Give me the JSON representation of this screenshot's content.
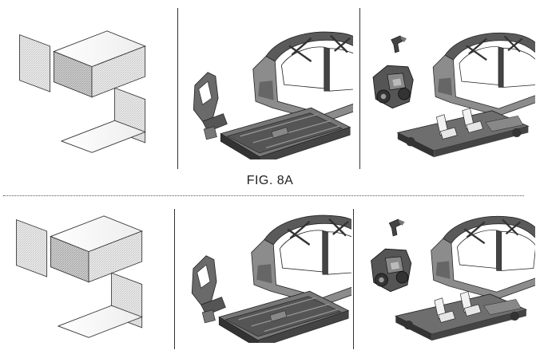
{
  "figure": {
    "caption": "FIG. 8A",
    "rows": [
      {
        "panels": [
          "box-sections",
          "body-in-white-exploded",
          "vehicle-assembly-exploded"
        ]
      },
      {
        "panels": [
          "box-sections",
          "body-in-white-exploded",
          "vehicle-assembly-exploded"
        ]
      }
    ]
  }
}
